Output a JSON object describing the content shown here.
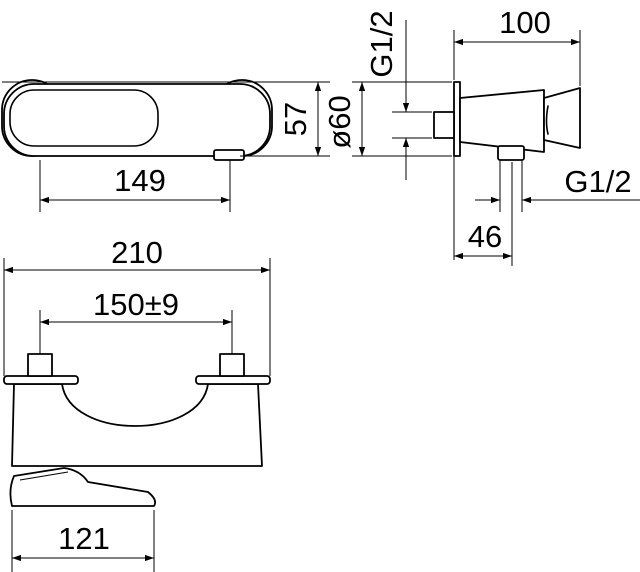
{
  "drawing": {
    "dimensions": {
      "top_width": "149",
      "top_height": "57",
      "side_diameter": "ø60",
      "side_thread_vertical": "G1/2",
      "side_depth": "100",
      "side_thread_horizontal": "G1/2",
      "side_offset": "46",
      "front_width": "210",
      "front_centers": "150±9",
      "front_spout": "121"
    }
  }
}
